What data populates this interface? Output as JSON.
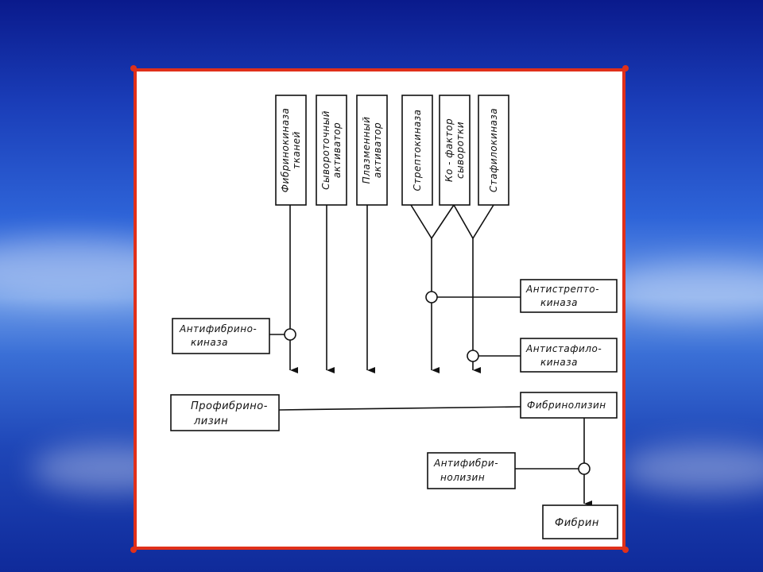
{
  "diagram": {
    "top_boxes": [
      {
        "lines": [
          "Фибринокиназа",
          "тканей"
        ]
      },
      {
        "lines": [
          "Сывороточный",
          "активатор"
        ]
      },
      {
        "lines": [
          "Плазменный",
          "активатор"
        ]
      },
      {
        "lines": [
          "Стрептокиназа"
        ]
      },
      {
        "lines": [
          "Ко - фактор",
          "сыворотки"
        ]
      },
      {
        "lines": [
          "Стафилокиназа"
        ]
      }
    ],
    "antifibrinokinase": {
      "lines": [
        "Антифибрино-",
        "киназа"
      ]
    },
    "antistreptokinase": {
      "lines": [
        "Антистрепто-",
        "киназа"
      ]
    },
    "antistaphylokinase": {
      "lines": [
        "Антистафило-",
        "киназа"
      ]
    },
    "profibrinolysin": {
      "lines": [
        "Профибрино-",
        "лизин"
      ]
    },
    "fibrinolysin": {
      "lines": [
        "Фибринолизин"
      ]
    },
    "antifibrinolysin": {
      "lines": [
        "Антифибри-",
        "нолизин"
      ]
    },
    "fibrin": {
      "lines": [
        "Фибрин"
      ]
    }
  },
  "colors": {
    "frame": "#e0301a",
    "background": "#1a3db8"
  }
}
